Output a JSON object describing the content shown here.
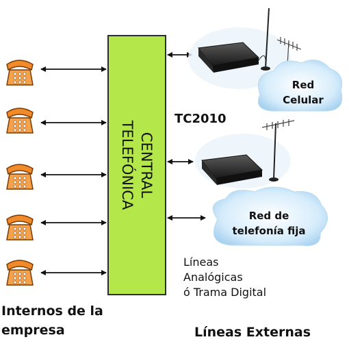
{
  "central": {
    "line1": "CENTRAL",
    "line2": "TELEFÓNICA"
  },
  "device_label": "TC2010",
  "cloud_cellular": {
    "line1": "Red",
    "line2": "Celular"
  },
  "cloud_fixed": {
    "line1": "Red de",
    "line2": "telefonía fija"
  },
  "lines_note": {
    "line1": "Líneas",
    "line2": "Analógicas",
    "line3": "ó Trama Digital"
  },
  "internal_label": {
    "line1": "Internos de la",
    "line2": "empresa"
  },
  "external_label": "Líneas Externas",
  "phones": [
    "phone-icon",
    "phone-icon",
    "phone-icon",
    "phone-icon",
    "phone-icon"
  ],
  "colors": {
    "central_fill": "#b4e84a",
    "phone_orange": "#f3a24b",
    "cloud_blue": "#cfe6f7"
  }
}
